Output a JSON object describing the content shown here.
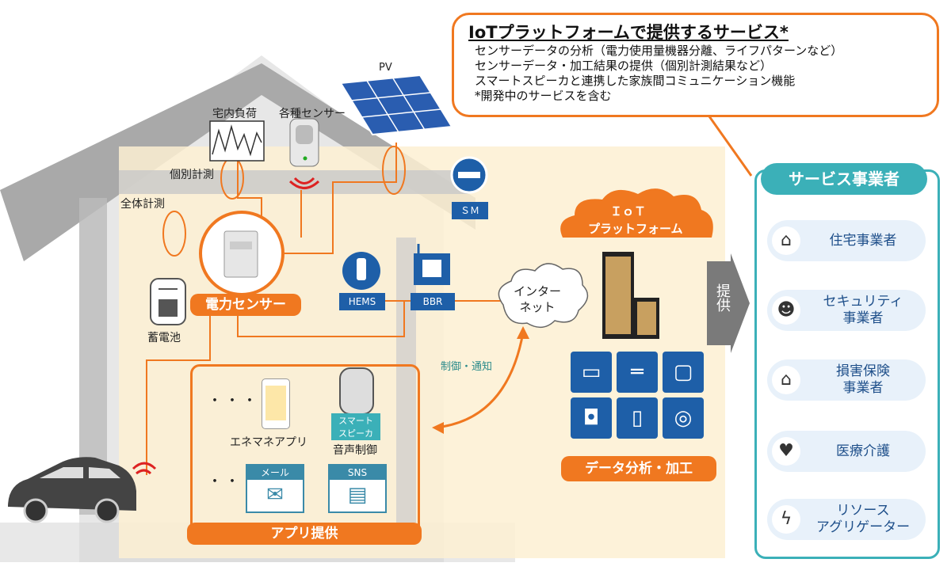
{
  "callout": {
    "title": "IoTプラットフォームで提供するサービス*",
    "lines": [
      "センサーデータの分析（電力使用量機器分離、ライフパターンなど）",
      "センサーデータ・加工結果の提供（個別計測結果など）",
      "スマートスピーカと連携した家族間コミュニケーション機能",
      "*開発中のサービスを含む"
    ]
  },
  "house_labels": {
    "pv": "PV",
    "load": "宅内負荷",
    "sensors": "各種センサー",
    "individual": "個別計測",
    "total": "全体計測",
    "sm": "ＳＭ",
    "power_sensor": "電力センサー",
    "battery": "蓄電池",
    "hems": "HEMS",
    "bbr": "BBR",
    "internet": "インター\nネット",
    "control": "制御・通知"
  },
  "platform": {
    "title_line1": "ＩｏＴ",
    "title_line2": "プラットフォーム",
    "provide": "提供",
    "analysis": "データ分析・加工"
  },
  "apps": {
    "dots1": "・・・",
    "dots2": "・・・",
    "enemane": "エネマネアプリ",
    "speaker_label": "スマート\nスピーカ",
    "voice": "音声制御",
    "mail": "メール",
    "sns": "SNS",
    "footer": "アプリ提供"
  },
  "services": {
    "title": "サービス事業者",
    "items": [
      {
        "label": "住宅事業者",
        "icon": "house-icon"
      },
      {
        "label": "セキュリティ\n事業者",
        "icon": "security-guard-icon"
      },
      {
        "label": "損害保険\n事業者",
        "icon": "damaged-house-icon"
      },
      {
        "label": "医療介護",
        "icon": "heart-care-icon"
      },
      {
        "label": "リソース\nアグリゲーター",
        "icon": "lightning-icon"
      }
    ]
  },
  "colors": {
    "orange": "#f07820",
    "blue": "#1e5fa8",
    "teal": "#3bb0b8"
  }
}
